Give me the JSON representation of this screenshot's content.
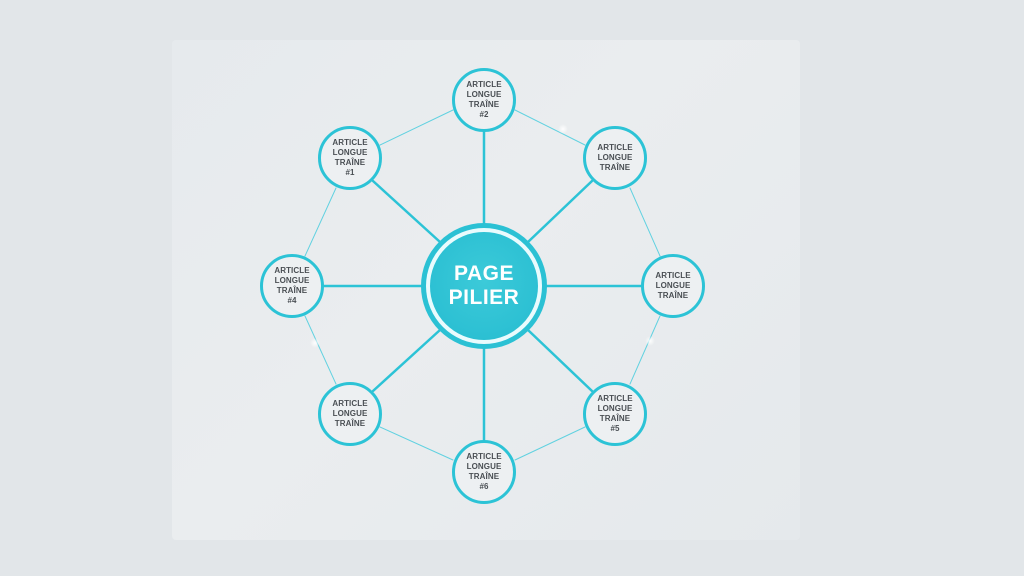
{
  "colors": {
    "background": "#e2e6e9",
    "accent": "#2cc3d6",
    "hub_fill": "#2cc0d3",
    "text_dark": "#4a4f54",
    "text_light": "#ffffff"
  },
  "hub": {
    "line1": "PAGE",
    "line2": "PILIER"
  },
  "satellites": [
    {
      "position": "top",
      "lines": [
        "ARTICLE",
        "LONGUE",
        "TRAÎNE",
        "#2"
      ]
    },
    {
      "position": "top-right",
      "lines": [
        "ARTICLE",
        "LONGUE",
        "TRAÎNE",
        ""
      ]
    },
    {
      "position": "right",
      "lines": [
        "ARTICLE",
        "LONGUE",
        "TRAÎNE",
        ""
      ]
    },
    {
      "position": "bottom-right",
      "lines": [
        "ARTICLE",
        "LONGUE",
        "TRAÎNE",
        "#5"
      ]
    },
    {
      "position": "bottom",
      "lines": [
        "ARTICLE",
        "LONGUE",
        "TRAÎNE",
        "#6"
      ]
    },
    {
      "position": "bottom-left",
      "lines": [
        "ARTICLE",
        "LONGUE",
        "TRAÎNE",
        ""
      ]
    },
    {
      "position": "left",
      "lines": [
        "ARTICLE",
        "LONGUE",
        "TRAÎNE",
        "#4"
      ]
    },
    {
      "position": "top-left",
      "lines": [
        "ARTICLE",
        "LONGUE",
        "TRAÎNE",
        "#1"
      ]
    }
  ]
}
